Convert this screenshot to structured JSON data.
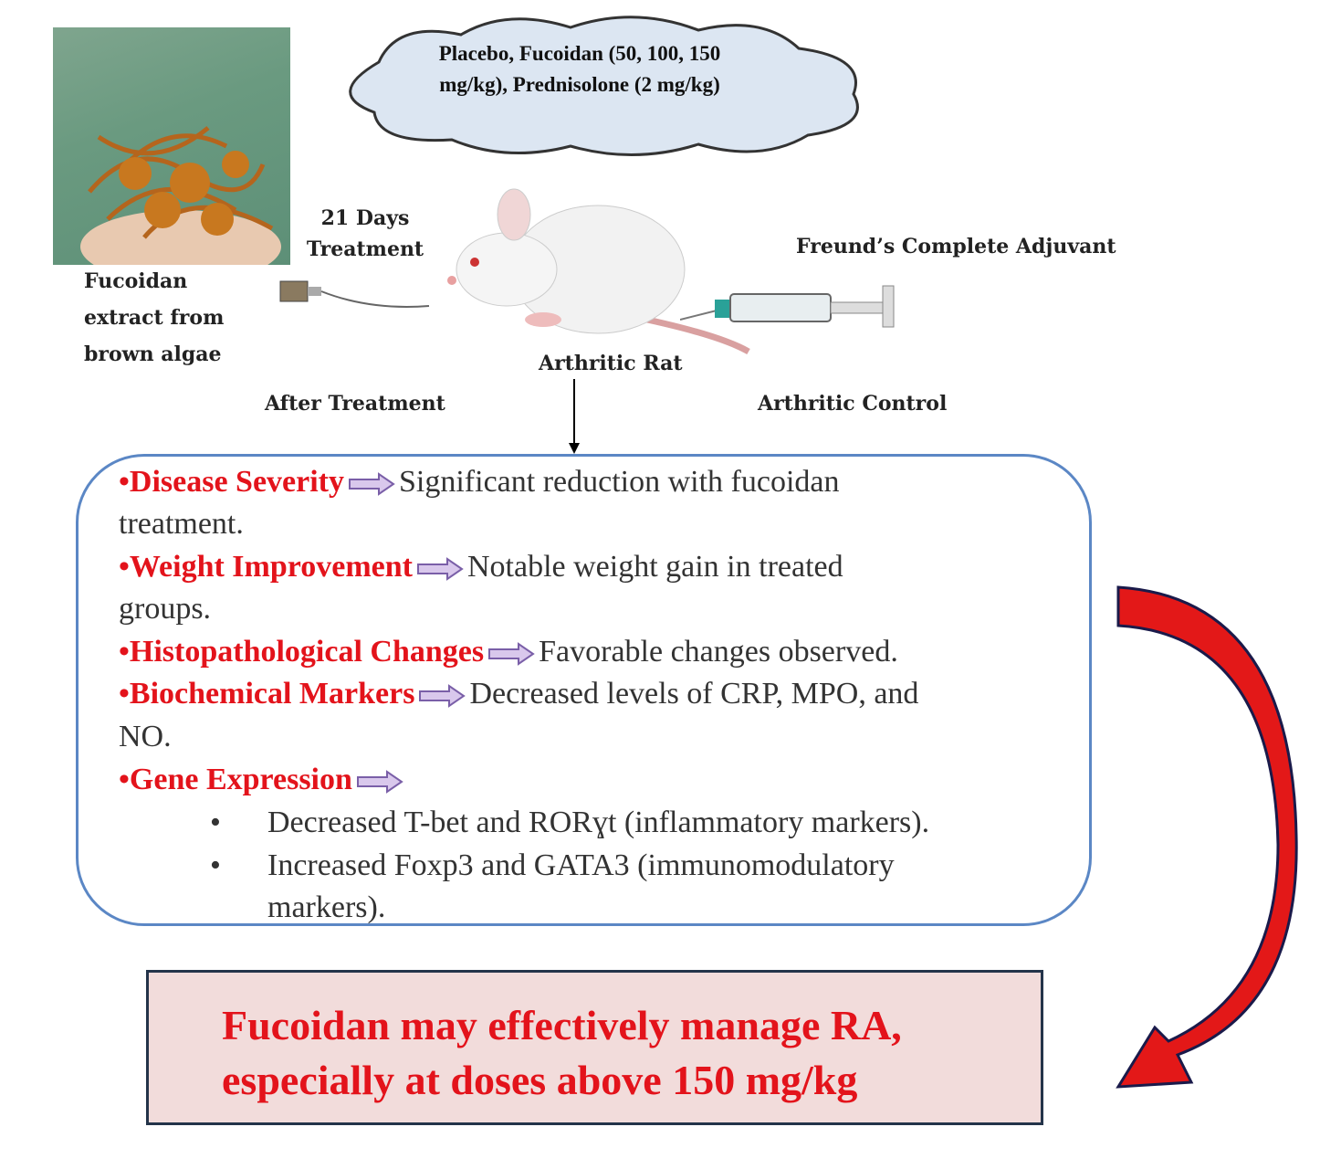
{
  "photo_label": "Fucoidan extract from brown algae",
  "cloud": "Placebo, Fucoidan (50, 100, 150 mg/kg), Prednisolone (2 mg/kg)",
  "treatment": "21 Days Treatment",
  "adjuvant": "Freund’s Complete Adjuvant",
  "rat": "Arthritic Rat",
  "after": "After Treatment",
  "control": "Arthritic Control",
  "findings": [
    {
      "title": "•Disease Severity",
      "text": "Significant reduction with fucoidan",
      "cont": "treatment."
    },
    {
      "title": "•Weight Improvement",
      "text": "Notable weight gain in treated",
      "cont": "groups."
    },
    {
      "title": "•Histopathological Changes",
      "text": "Favorable changes observed."
    },
    {
      "title": "•Biochemical Markers",
      "text": "Decreased levels of CRP, MPO, and",
      "cont": "NO."
    },
    {
      "title": "•Gene Expression",
      "text": ""
    }
  ],
  "bullet": "•",
  "gene": [
    "Decreased T-bet and RORɣt (inflammatory markers).",
    "Increased Foxp3 and GATA3 (immunomodulatory",
    "markers)."
  ],
  "conclusion": [
    "Fucoidan may effectively manage RA,",
    "especially at doses above 150 mg/kg"
  ],
  "colors": {
    "red": "#e3131b",
    "box_border": "#5b87c5",
    "concl_bg": "#f2dcdb"
  }
}
